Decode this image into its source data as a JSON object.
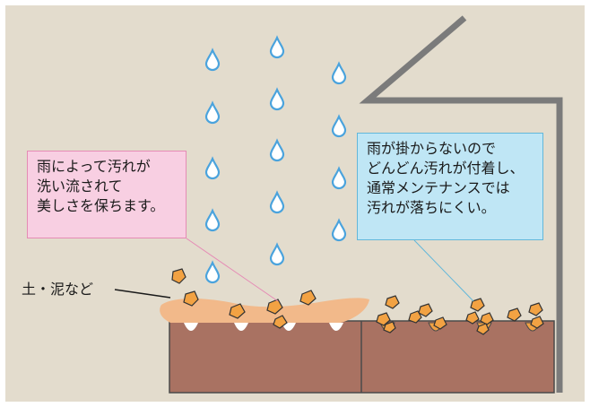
{
  "labels": {
    "left_callout": [
      "雨によって汚れが",
      "洗い流されて",
      "美しさを保ちます。"
    ],
    "right_callout": [
      "雨が掛からないので",
      "どんどん汚れが付着し、",
      "通常メンテナンスでは",
      "汚れが落ちにくい。"
    ],
    "soil": "土・泥など"
  },
  "colors": {
    "background": "#e3dccd",
    "raindrop": "#4aa3dd",
    "wall": "#a97262",
    "mud": "#f2b98a",
    "stone": "#f2a243",
    "roof": "#7b7b7b",
    "left_callout_fill": "#f8cfe2",
    "right_callout_fill": "#bfe6f5"
  },
  "icons": [
    "raindrop-icon",
    "stone-icon"
  ]
}
